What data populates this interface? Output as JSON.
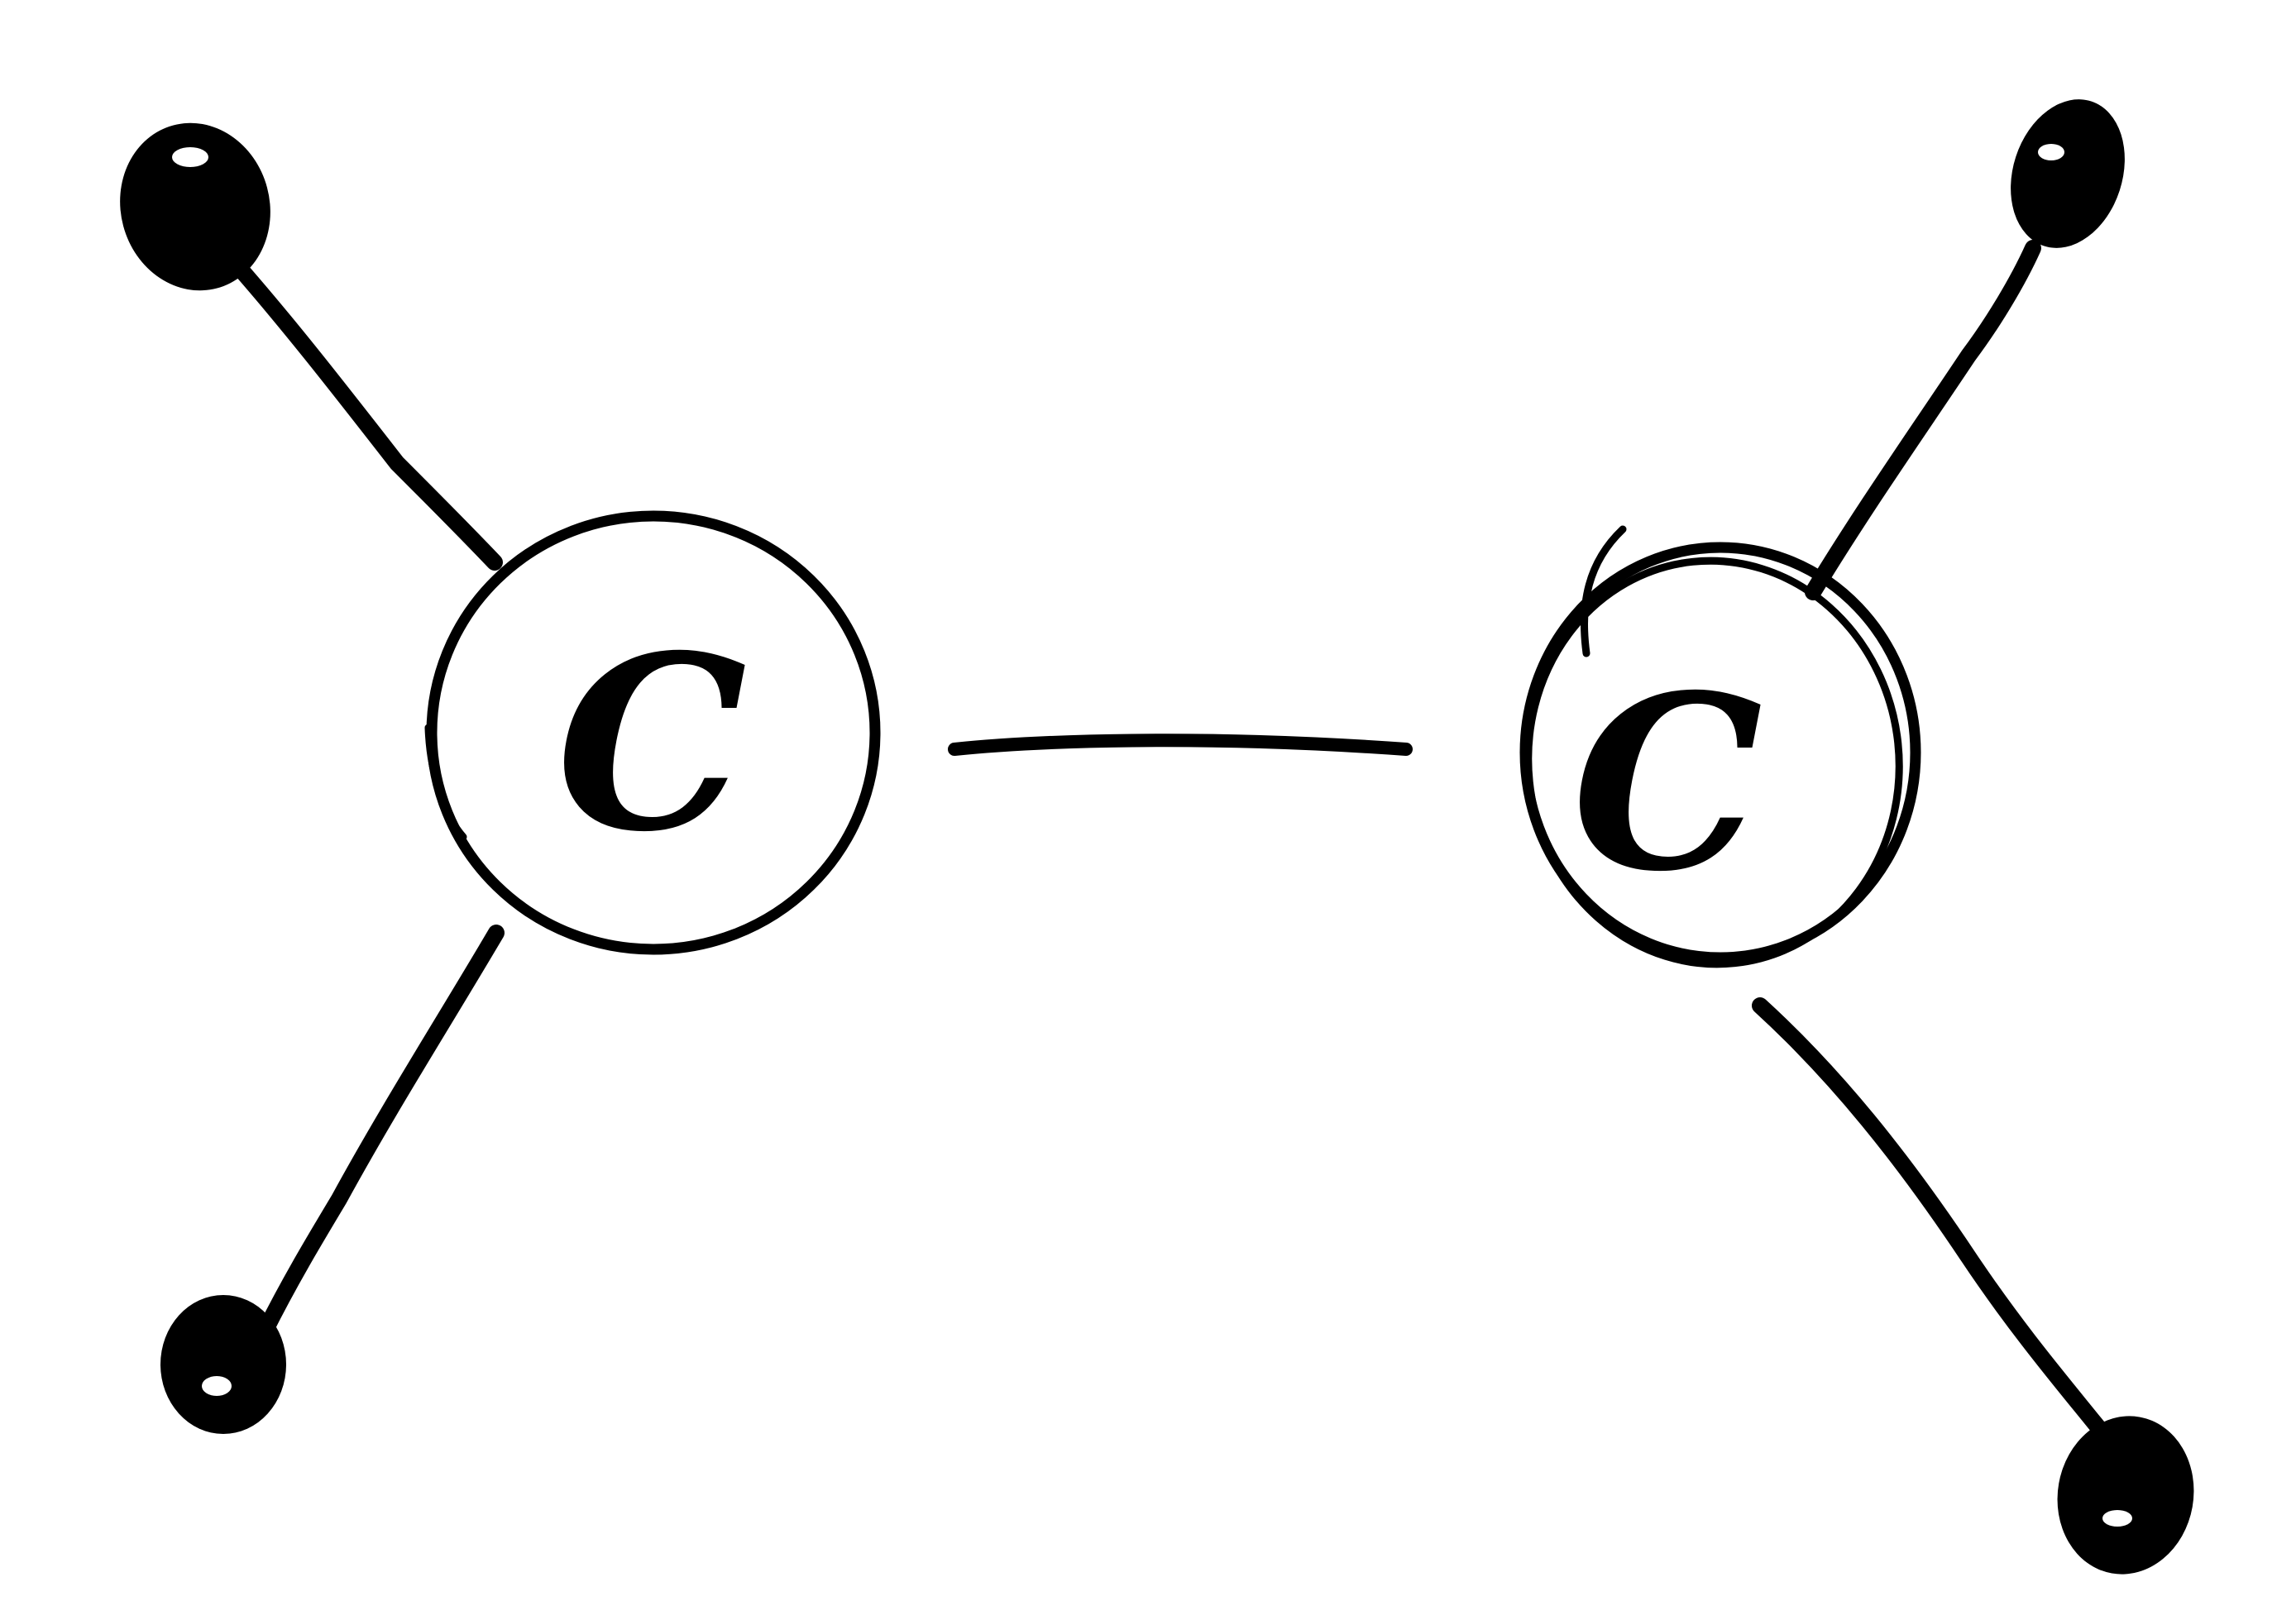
{
  "diagram": {
    "style_note_colors": {
      "ink": "#000000",
      "paper": "#ffffff"
    },
    "atoms": [
      {
        "id": "carbon-left",
        "symbol": "C"
      },
      {
        "id": "carbon-right",
        "symbol": "C"
      }
    ],
    "hydrogen_count": 4,
    "bond_between_carbons": "single line"
  }
}
